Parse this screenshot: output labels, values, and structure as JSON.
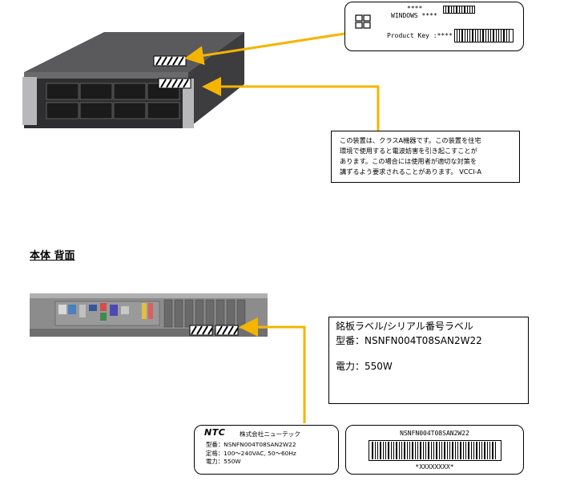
{
  "front_labels": {
    "windows_label": {
      "stars_top": "****",
      "windows_text": "WINDOWS ****",
      "product_key_text": "Product Key :****"
    },
    "vcci_notice": {
      "lines": [
        "この装置は、クラスA機器です。この装置を住宅",
        "環境で使用すると電波妨害を引き起こすことが",
        "あります。この場合には使用者が適切な対策を",
        "講ずるよう要求されることがあります。 VCCI-A"
      ]
    }
  },
  "rear_section": {
    "heading": "本体 背面",
    "label_description": {
      "title": "銘板ラベル/シリアル番号ラベル",
      "model_line": "型番：NSNFN004T08SAN2W22",
      "power_line": "電力：550W"
    },
    "nameplate": {
      "logo": "NTC",
      "company": "株式会社ニューテック",
      "lines": [
        "型番：NSNFN004T08SAN2W22",
        "定格：100～240VAC, 50～60Hz",
        "電力：550W"
      ]
    },
    "serial_label": {
      "model": "NSNFN004T08SAN2W22",
      "serial": "*XXXXXXXX*"
    }
  },
  "colors": {
    "arrow": "#f5b400",
    "chassis": "#4a4a4a",
    "label_stripe": "#ffffff"
  }
}
